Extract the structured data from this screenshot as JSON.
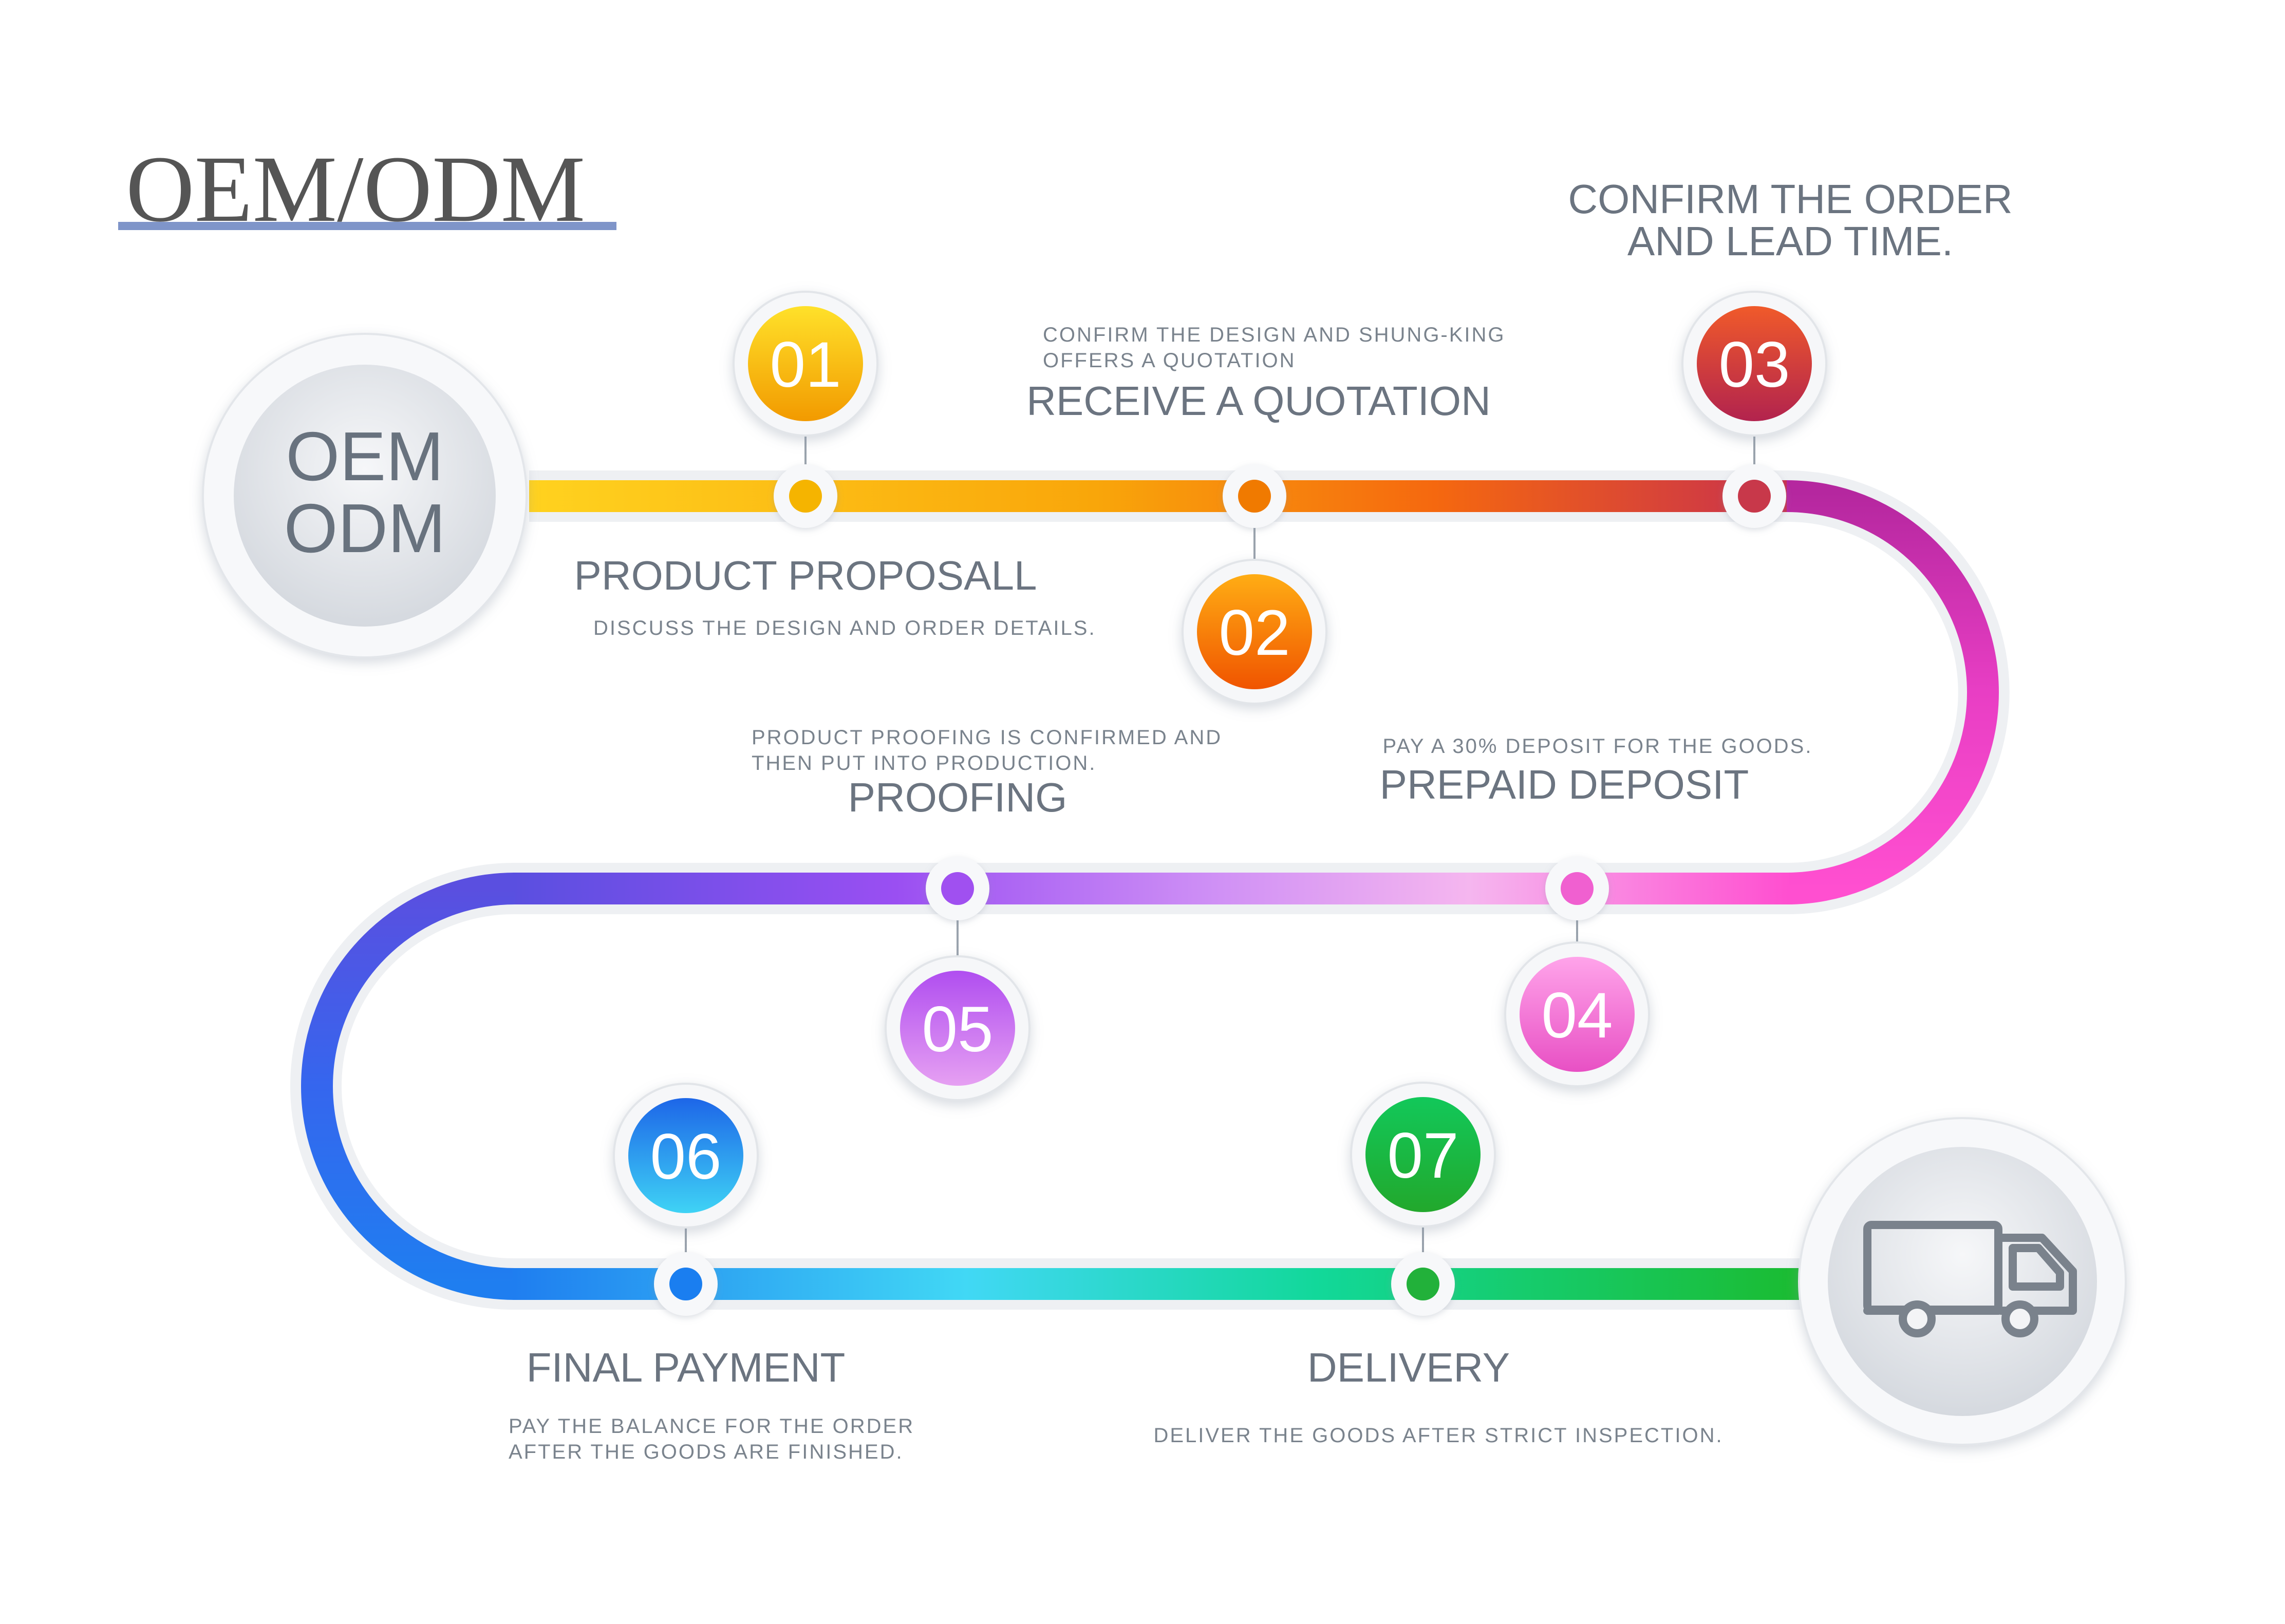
{
  "title": "OEM/ODM",
  "start_badge": {
    "line1": "OEM",
    "line2": "ODM"
  },
  "end_badge": {
    "icon": "truck-icon"
  },
  "steps": [
    {
      "number": "01",
      "heading": "PRODUCT PROPOSALL",
      "desc": [
        "DISCUSS THE DESIGN AND ORDER DETAILS."
      ],
      "color": "#f5b400"
    },
    {
      "number": "02",
      "heading": "RECEIVE A QUOTATION",
      "desc": [
        "CONFIRM THE DESIGN AND SHUNG-KING",
        "OFFERS A QUOTATION"
      ],
      "color": "#f07a00"
    },
    {
      "number": "03",
      "heading_lines": [
        "CONFIRM THE ORDER",
        "AND LEAD TIME."
      ],
      "desc": [],
      "color": "#c8384a"
    },
    {
      "number": "04",
      "heading": "PREPAID DEPOSIT",
      "desc": [
        "PAY A 30% DEPOSIT FOR THE GOODS."
      ],
      "color": "#f060d0"
    },
    {
      "number": "05",
      "heading": "PROOFING",
      "desc": [
        "PRODUCT PROOFING IS CONFIRMED AND",
        "THEN PUT INTO PRODUCTION."
      ],
      "color": "#a050f0"
    },
    {
      "number": "06",
      "heading": "FINAL PAYMENT",
      "desc": [
        "PAY THE BALANCE FOR THE ORDER",
        "AFTER THE GOODS ARE FINISHED."
      ],
      "color": "#1a7ef0"
    },
    {
      "number": "07",
      "heading": "DELIVERY",
      "desc": [
        "DELIVER THE GOODS AFTER STRICT INSPECTION."
      ],
      "color": "#22b13a"
    }
  ],
  "colors": {
    "text": "#6b7480",
    "title_underline": "#7f95c9",
    "road_yellow": "#ffd21f",
    "road_orange": "#f5680f",
    "road_red": "#d1353f",
    "road_magenta": "#b5279f",
    "road_pink": "#ff4fd0",
    "road_lightpink": "#f5b6ef",
    "road_purple": "#9a4ff2",
    "road_indigo": "#5a4fe0",
    "road_blue": "#1f6df0",
    "road_cyan": "#41d8f5",
    "road_teal": "#12d89a",
    "road_green": "#1bbb2f"
  }
}
